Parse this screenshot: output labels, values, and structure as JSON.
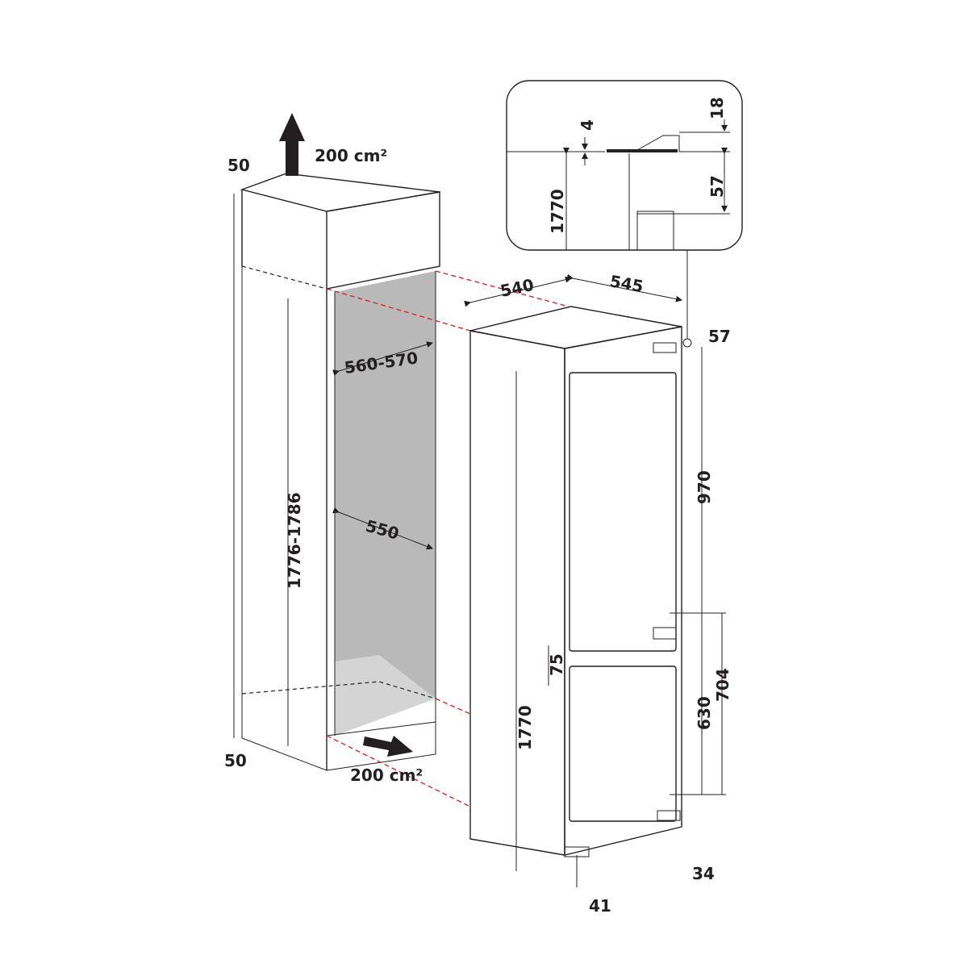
{
  "diagram": {
    "title": "Built-in fridge-freezer installation dimensions",
    "colors": {
      "line": "#231f20",
      "niche": "#b9b9b9",
      "guide": "#d9262b"
    },
    "cabinet": {
      "top_gap": "50",
      "top_vent": "200 cm²",
      "niche_width": "560-570",
      "niche_height": "1776-1786",
      "niche_depth": "550",
      "bottom_gap": "50",
      "bottom_vent": "200 cm²"
    },
    "appliance": {
      "depth": "540",
      "width": "545",
      "top_offset": "57",
      "upper_door": "970",
      "lower_section": "704",
      "door_gap": "75",
      "lower_door": "630",
      "height": "1770",
      "bottom_offset": "34",
      "plinth": "41"
    },
    "detail": {
      "top_thickness": "18",
      "gap": "4",
      "height": "1770",
      "hinge_offset": "57"
    }
  }
}
